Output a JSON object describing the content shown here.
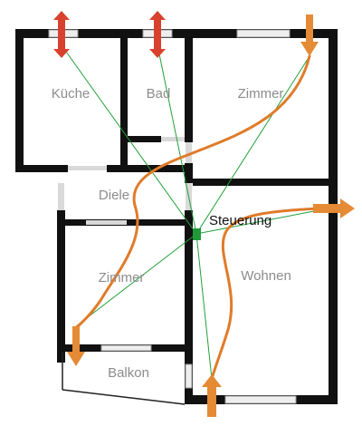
{
  "rooms": {
    "kueche": "Küche",
    "bad": "Bad",
    "zimmer_oben": "Zimmer",
    "diele": "Diele",
    "zimmer_unten": "Zimmer",
    "wohnen": "Wohnen",
    "balkon": "Balkon"
  },
  "control": {
    "label": "Steuerung"
  },
  "colors": {
    "wall": "#111111",
    "airflow": "#e07b2a",
    "exhaust_arrow": "#d9412f",
    "supply_arrow": "#e58a35",
    "signal_line": "#22a03a",
    "control_unit": "#1f9a3a"
  },
  "icons": {
    "exhaust": "double-arrow-vertical",
    "supply": "arrow",
    "control": "square"
  }
}
